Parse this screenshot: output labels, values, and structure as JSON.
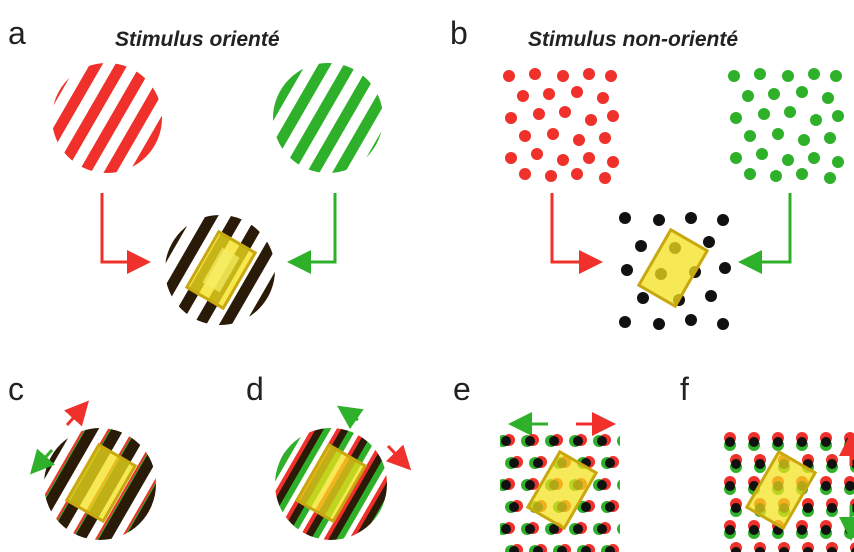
{
  "panels": {
    "a": {
      "letter": "a",
      "title": "Stimulus orienté"
    },
    "b": {
      "letter": "b",
      "title": "Stimulus non-orienté"
    },
    "c": {
      "letter": "c"
    },
    "d": {
      "letter": "d"
    },
    "e": {
      "letter": "e"
    },
    "f": {
      "letter": "f"
    }
  },
  "colors": {
    "red": "#f0302a",
    "green": "#2fb02a",
    "black": "#111111",
    "dark_brown": "#2a1a08",
    "yellow": "#f3e21c",
    "yellow_edge": "#c8a80e"
  }
}
